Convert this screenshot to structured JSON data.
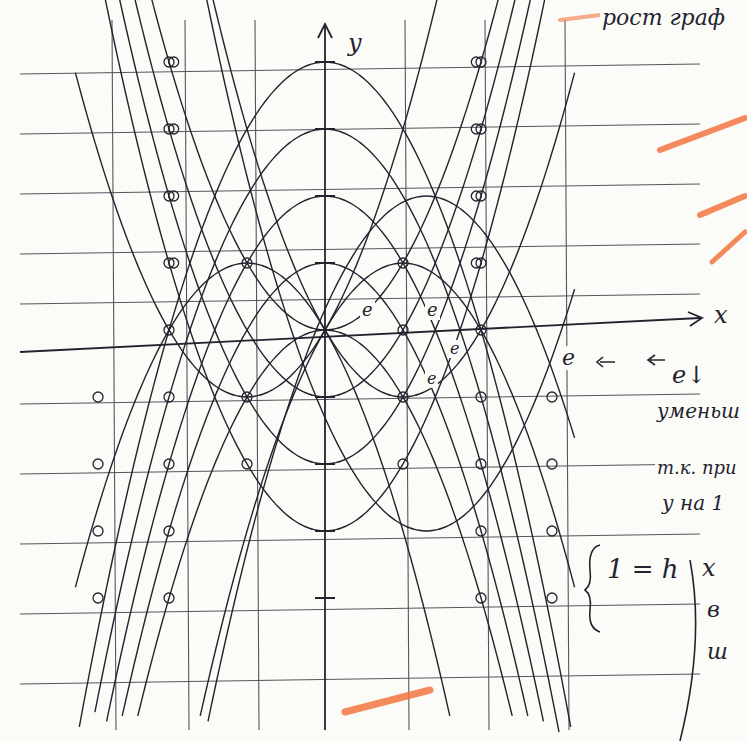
{
  "diagram": {
    "labels": [
      "рост граф",
      "y",
      "x",
      "e",
      "e",
      "e",
      "e",
      "e",
      "e↓",
      "уменьш",
      "т.к. при",
      "у на 1",
      "1 = h",
      "x",
      "в",
      "ш"
    ]
  }
}
